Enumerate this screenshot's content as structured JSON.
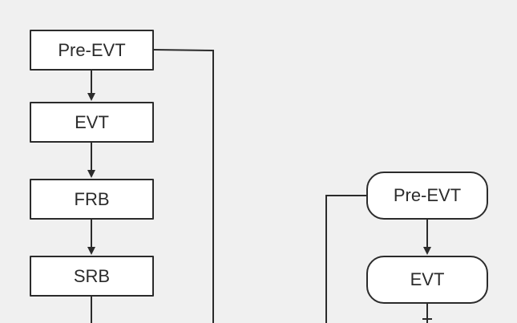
{
  "diagram": {
    "flow_left": {
      "nodes": [
        {
          "id": "pre-evt",
          "label": "Pre-EVT"
        },
        {
          "id": "evt",
          "label": "EVT"
        },
        {
          "id": "frb",
          "label": "FRB"
        },
        {
          "id": "srb",
          "label": "SRB"
        }
      ]
    },
    "flow_right": {
      "nodes": [
        {
          "id": "pre-evt",
          "label": "Pre-EVT"
        },
        {
          "id": "evt",
          "label": "EVT"
        }
      ]
    },
    "colors": {
      "background": "#f0f0f0",
      "node_fill": "#ffffff",
      "stroke": "#2b2b2b"
    }
  }
}
